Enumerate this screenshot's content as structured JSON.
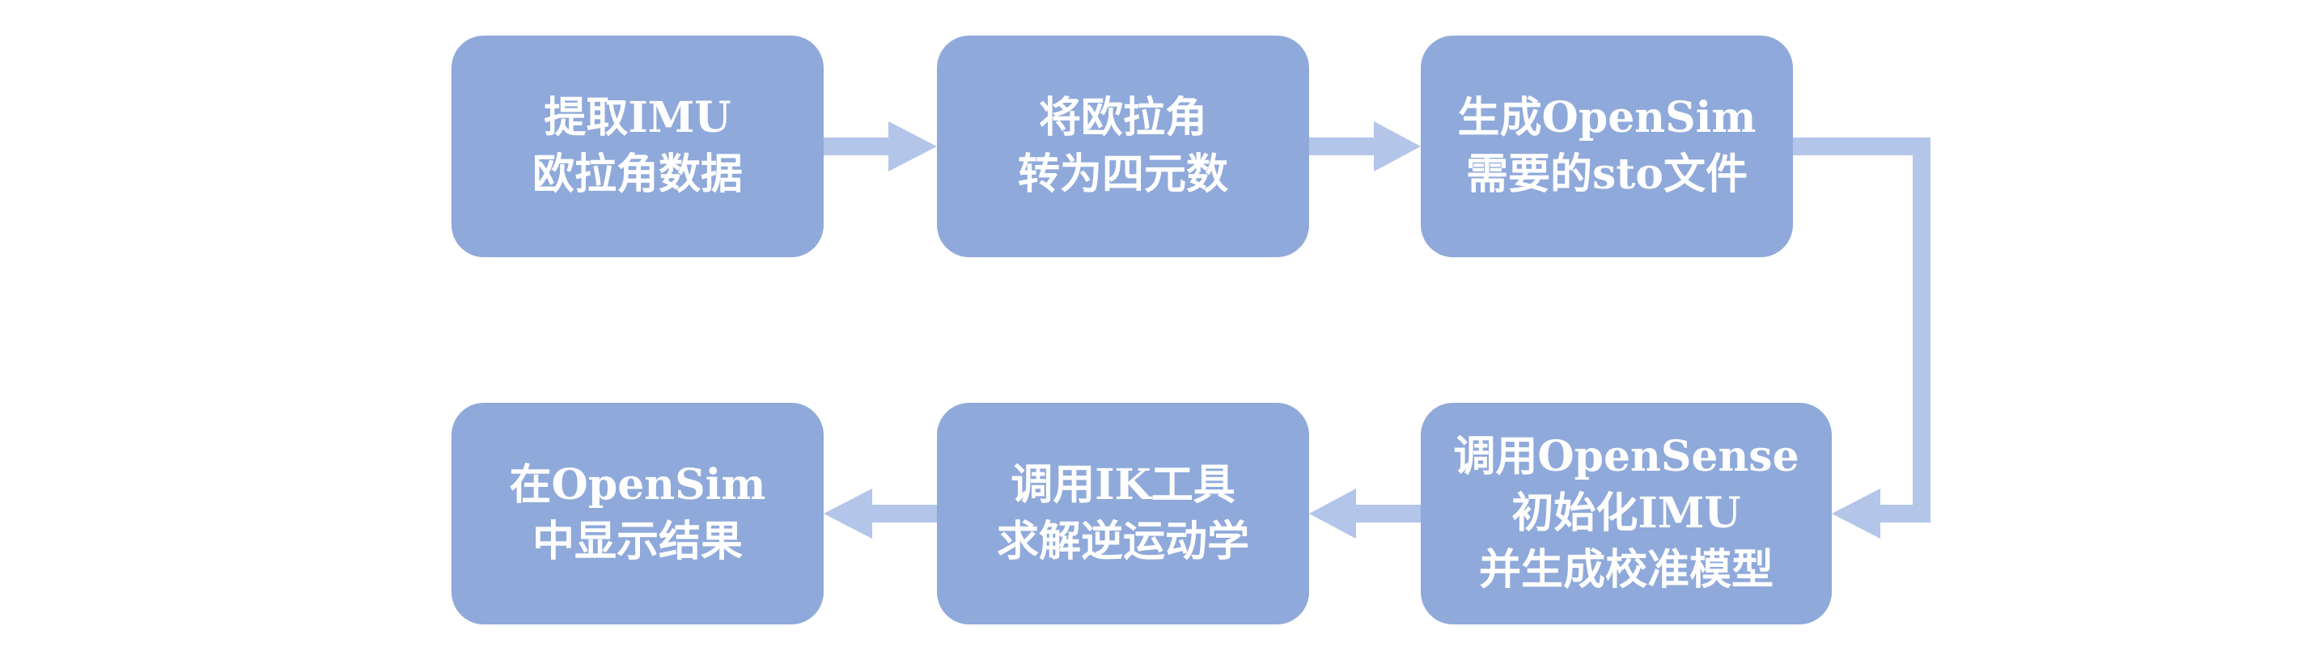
{
  "steps": [
    {
      "lines": [
        "提取IMU",
        "欧拉角数据"
      ]
    },
    {
      "lines": [
        "将欧拉角",
        "转为四元数"
      ]
    },
    {
      "lines": [
        "生成OpenSim",
        "需要的sto文件"
      ]
    },
    {
      "lines": [
        "调用OpenSense",
        "初始化IMU",
        "并生成校准模型"
      ]
    },
    {
      "lines": [
        "调用IK工具",
        "求解逆运动学"
      ]
    },
    {
      "lines": [
        "在OpenSim",
        "中显示结果"
      ]
    }
  ],
  "colors": {
    "box_fill": "#8fa9da",
    "arrow_fill": "#b3c5e8",
    "text": "#ffffff"
  }
}
